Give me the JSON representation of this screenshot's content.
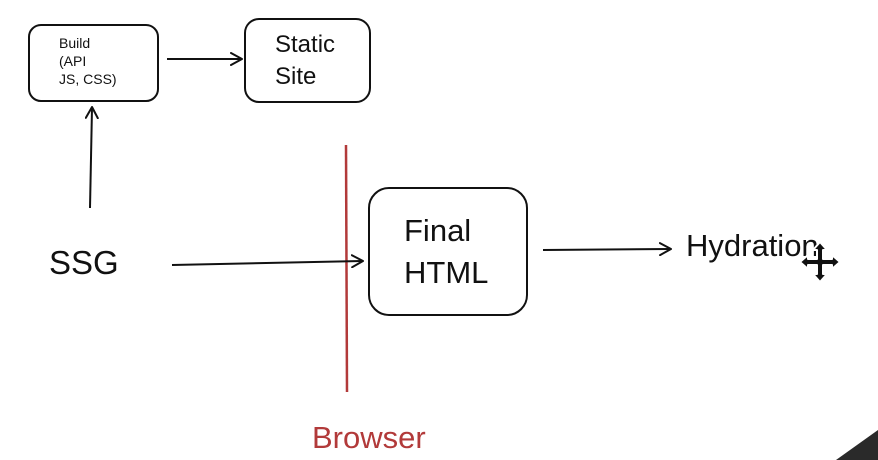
{
  "nodes": {
    "build": {
      "lines": [
        "Build",
        "(API",
        "JS, CSS)"
      ]
    },
    "static_site": {
      "lines": [
        "Static",
        "Site"
      ]
    },
    "final_html": {
      "lines": [
        "Final",
        "HTML"
      ]
    }
  },
  "labels": {
    "ssg": "SSG",
    "hydration": "Hydration",
    "browser": "Browser"
  },
  "colors": {
    "ink": "#111111",
    "boundary": "#b23a3a",
    "background": "#ffffff"
  },
  "icons": {
    "cursor": "move-cursor-icon"
  }
}
